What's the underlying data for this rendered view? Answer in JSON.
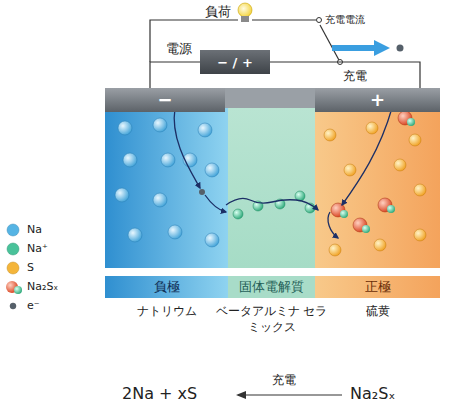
{
  "diagram": {
    "nodes": [
      {
        "text": [
          "−"
        ]
      },
      {
        "text": [
          "+"
        ]
      },
      {
        "text": [
          "電源",
          "− / +"
        ]
      },
      {
        "text": [
          "負極",
          "ナトリウム"
        ]
      },
      {
        "text": [
          "固体電解質",
          "ベータアルミナ セラミックス"
        ]
      },
      {
        "text": [
          "正極",
          "硫黄"
        ]
      }
    ],
    "edges": [
      {
        "from": 0,
        "to": 2,
        "arrow": "none"
      },
      {
        "from": 2,
        "to": 1,
        "arrow": "none"
      }
    ],
    "labels": [
      "負荷",
      "充電電流",
      "充電",
      "2Na + xS",
      "充電",
      "Na₂Sₓ"
    ],
    "legend": [
      {
        "text": "Na",
        "color": "#55b4e4"
      },
      {
        "text": "Na⁺",
        "color": "#49c29a"
      },
      {
        "text": "S",
        "color": "#f4b53a"
      },
      {
        "text": "Na₂Sₓ"
      },
      {
        "text": "e⁻",
        "color": "#55606a"
      }
    ]
  }
}
